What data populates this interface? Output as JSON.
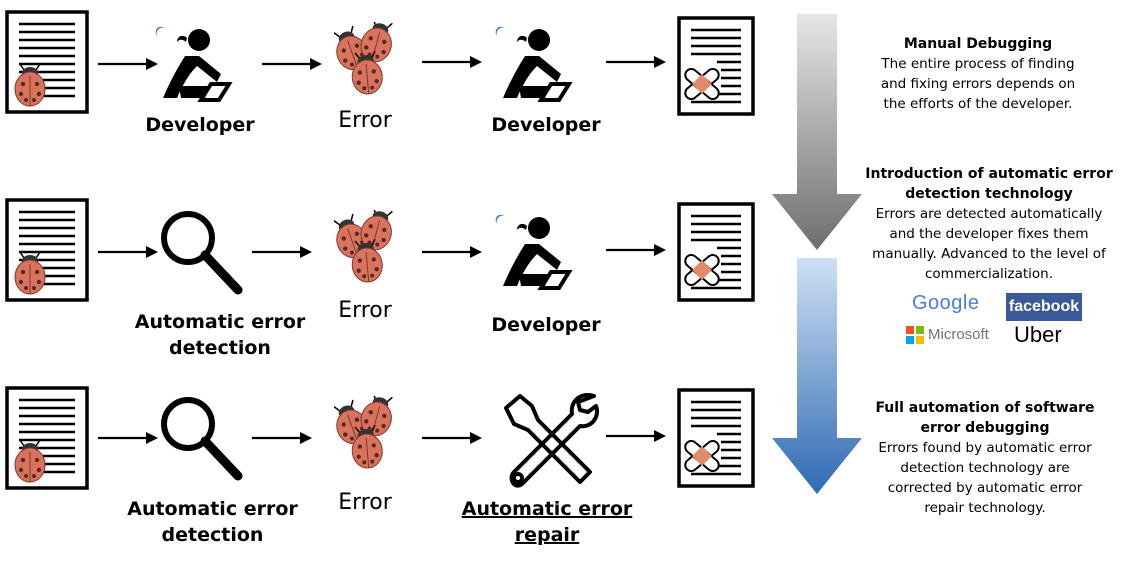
{
  "rows": [
    {
      "actor_label": "Developer",
      "error_label": "Error",
      "fixer_label": "Developer"
    },
    {
      "actor_label": "Automatic error detection",
      "error_label": "Error",
      "fixer_label": "Developer"
    },
    {
      "actor_label": "Automatic error detection",
      "error_label": "Error",
      "fixer_label": "Automatic error repair"
    }
  ],
  "stages": [
    {
      "title": "Manual Debugging",
      "text": "The entire process of finding and fixing errors depends on the efforts of the developer."
    },
    {
      "title": "Introduction of automatic error detection technology",
      "text": "Errors are detected automatically and the developer fixes them manually. Advanced to the level of commercialization."
    },
    {
      "title": "Full automation of software error debugging",
      "text": "Errors found by automatic error detection technology are corrected by automatic error repair technology."
    }
  ],
  "logos": {
    "google": "Google",
    "facebook": "facebook",
    "microsoft": "Microsoft",
    "uber": "Uber"
  },
  "colors": {
    "ladybug": "#d9735d",
    "droplet": "#3f6fc4",
    "gray_arrow": "#7a7a7a",
    "blue_arrow": "#3f79c4",
    "facebook": "#3b5998"
  },
  "icons": [
    "document-icon",
    "ladybug-icon",
    "developer-icon",
    "magnifier-icon",
    "bug-cluster-icon",
    "fixed-document-icon",
    "wrench-screwdriver-icon",
    "arrow-right-icon"
  ]
}
